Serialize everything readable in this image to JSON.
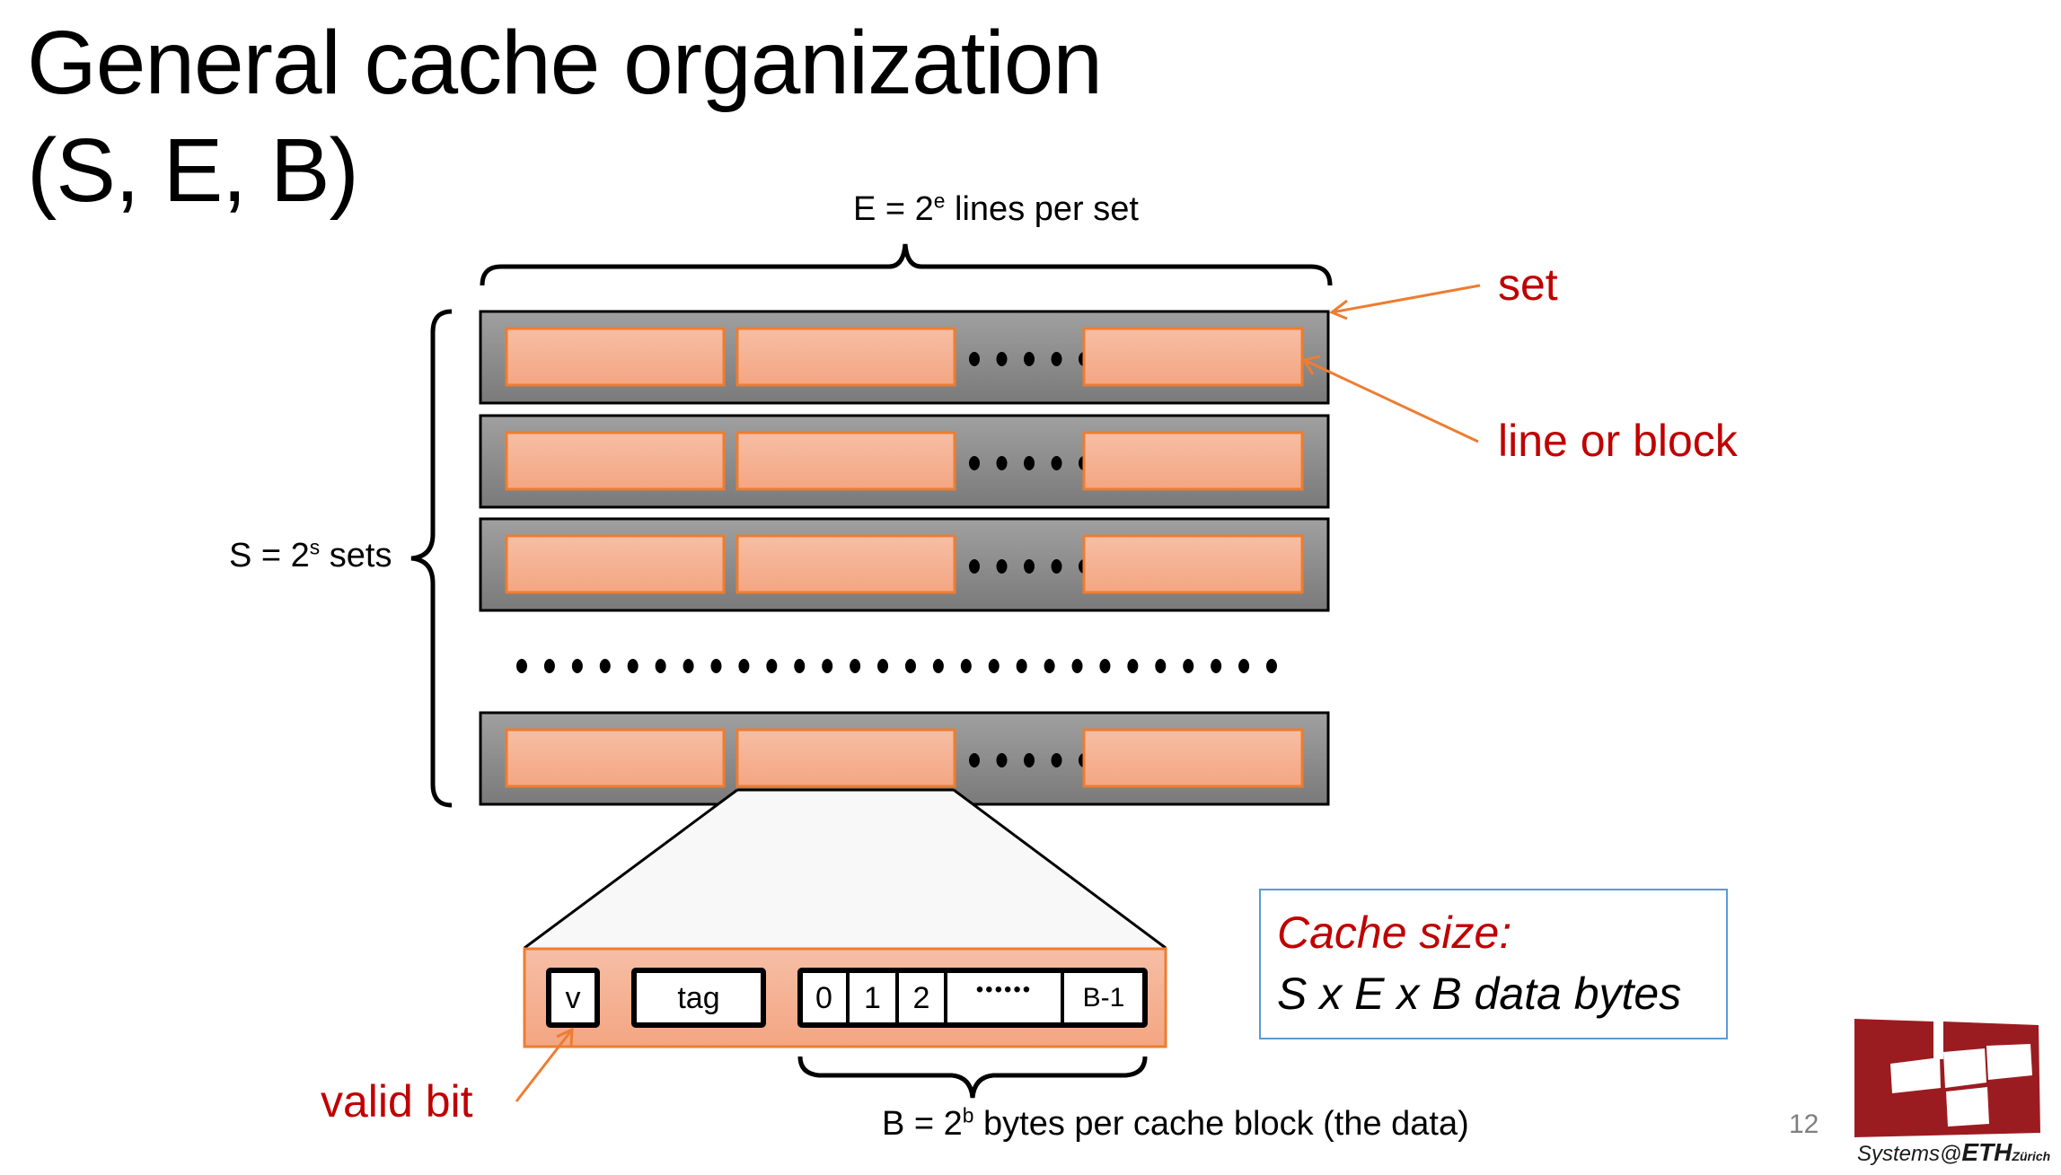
{
  "slide": {
    "title_line1": "General cache organization",
    "title_line2": "(S, E, B)",
    "page_number": "12"
  },
  "labels": {
    "lines_per_set": {
      "prefix": "E = 2",
      "sup": "e",
      "suffix": " lines per set"
    },
    "sets": {
      "prefix": "S = 2",
      "sup": "s",
      "suffix": " sets"
    },
    "bytes_per_block": {
      "prefix": "B = 2",
      "sup": "b",
      "suffix": " bytes per cache block (the data)"
    },
    "set_callout": "set",
    "line_callout": "line or block",
    "valid_bit_callout": "valid bit"
  },
  "cache_size_box": {
    "heading": "Cache size:",
    "formula": "S x E x B data bytes"
  },
  "block_fields": {
    "valid": "v",
    "tag": "tag",
    "bytes": [
      "0",
      "1",
      "2",
      "••••••",
      "B-1"
    ]
  },
  "diagram": {
    "visible_set_rows": 4,
    "lines_shown_per_set": 3,
    "set_ellipsis_dots": 28
  },
  "logo": {
    "text_prefix": "Systems@",
    "text_bold": "ETH",
    "text_suffix": "Zürich"
  },
  "colors": {
    "accent_red": "#c00000",
    "line_fill": "#f4b183",
    "line_border": "#ed7d31",
    "set_fill": "#8c8c8c",
    "callout_arrow": "#ed7d31",
    "box_border": "#5b9bd5",
    "logo_red": "#9b1c20"
  }
}
